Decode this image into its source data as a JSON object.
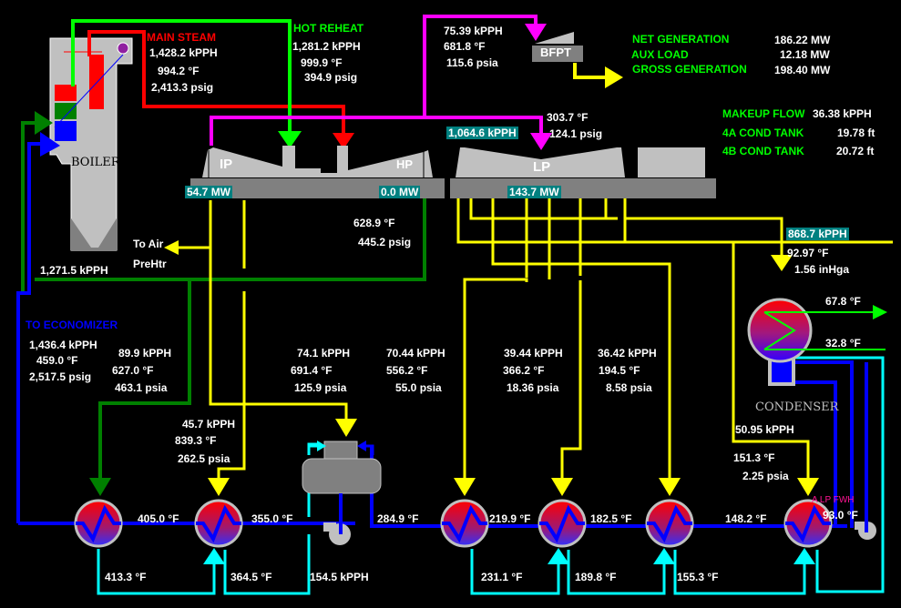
{
  "main_steam": {
    "title": "MAIN STEAM",
    "flow": "1,428.2 kPPH",
    "temp": "994.2 °F",
    "press": "2,413.3 psig"
  },
  "hot_reheat": {
    "title": "HOT REHEAT",
    "flow": "1,281.2 kPPH",
    "temp": "999.9 °F",
    "press": "394.9 psig"
  },
  "bfpt_steam": {
    "flow": "75.39 kPPH",
    "temp": "681.8 °F",
    "press": "115.6 psia"
  },
  "bfpt": {
    "label": "BFPT"
  },
  "generation": {
    "net_label": "NET GENERATION",
    "net_value": "186.22 MW",
    "aux_label": "AUX LOAD",
    "aux_value": "12.18 MW",
    "gross_label": "GROSS GENERATION",
    "gross_value": "198.40 MW"
  },
  "tanks": {
    "makeup_label": "MAKEUP FLOW",
    "makeup_value": "36.38 kPPH",
    "cond4a_label": "4A COND TANK",
    "cond4a_value": "19.78 ft",
    "cond4b_label": "4B COND TANK",
    "cond4b_value": "20.72 ft"
  },
  "crossover": {
    "flow": "1,064.6 kPPH",
    "temp": "303.7 °F",
    "press": "124.1 psig"
  },
  "turbine": {
    "ip_label": "IP",
    "hp_label": "HP",
    "lp_label": "LP",
    "ip_mw": "54.7 MW",
    "hp_mw": "0.0 MW",
    "lp_mw": "143.7 MW"
  },
  "boiler": {
    "label": "BOILER"
  },
  "cold_reheat": {
    "temp": "628.9 °F",
    "press": "445.2 psig"
  },
  "air_preheater": {
    "line1": "To Air",
    "line2": "PreHtr"
  },
  "reheat_return_flow": "1,271.5 kPPH",
  "economizer": {
    "title": "TO ECONOMIZER",
    "flow": "1,436.4 kPPH",
    "temp": "459.0 °F",
    "press": "2,517.5 psig"
  },
  "extractions": [
    {
      "flow": "89.9 kPPH",
      "temp": "627.0 °F",
      "press": "463.1 psia"
    },
    {
      "flow": "45.7 kPPH",
      "temp": "839.3 °F",
      "press": "262.5 psia"
    },
    {
      "flow": "74.1 kPPH",
      "temp": "691.4 °F",
      "press": "125.9 psia"
    },
    {
      "flow": "70.44 kPPH",
      "temp": "556.2 °F",
      "press": "55.0 psia"
    },
    {
      "flow": "39.44 kPPH",
      "temp": "366.2 °F",
      "press": "18.36 psia"
    },
    {
      "flow": "36.42 kPPH",
      "temp": "194.5 °F",
      "press": "8.58 psia"
    },
    {
      "flow": "50.95 kPPH",
      "temp": "151.3 °F",
      "press": "2.25 psia"
    }
  ],
  "condenser": {
    "label": "CONDENSER",
    "flow": "868.7 kPPH",
    "temp": "92.97 °F",
    "press": "1.56 inHga",
    "cw_out": "67.8 °F",
    "cw_in": "32.8 °F"
  },
  "feedwater_temps": {
    "fw1": "405.0 °F",
    "fw2": "355.0 °F",
    "fw3": "284.9 °F",
    "fw4": "219.9 °F",
    "fw5": "182.5 °F",
    "fw6": "148.2 °F",
    "fw7": "93.0 °F"
  },
  "drain_temps": {
    "d1": "413.3 °F",
    "d2": "364.5 °F",
    "d3": "231.1 °F",
    "d4": "189.8 °F",
    "d5": "155.3 °F"
  },
  "deaerator_drain_flow": "154.5 kPPH",
  "lp_fwh_label": "A LP FWH",
  "colors": {
    "main_steam": "#ff0000",
    "hot_reheat": "#00ff00",
    "cold_reheat": "#008000",
    "extraction": "#ffff00",
    "crossover": "#ff00ff",
    "feedwater": "#0000ff",
    "drain": "#00ffff",
    "readout_bg": "#008080",
    "equipment": "#c0c0c0"
  }
}
